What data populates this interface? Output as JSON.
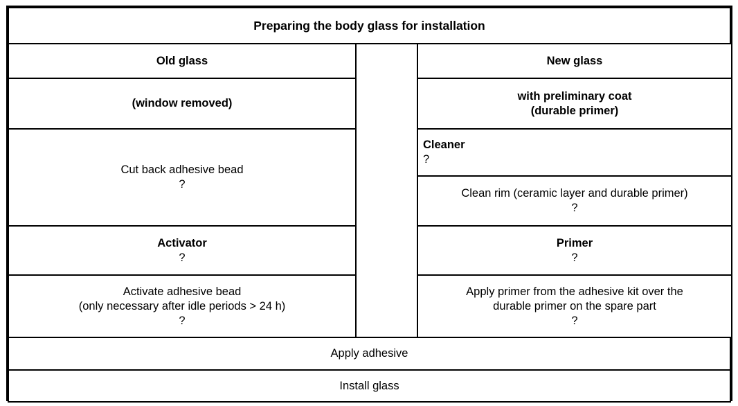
{
  "diagram": {
    "title": "Preparing the body glass for installation",
    "colors": {
      "border": "#000000",
      "background": "#ffffff",
      "text": "#000000"
    },
    "columns": {
      "left": {
        "heading": "Old glass",
        "subheading": "(window removed)",
        "steps": [
          {
            "name": "cut-back-adhesive-bead",
            "lines": [
              "Cut back adhesive bead",
              "?"
            ],
            "bold_first_line": false,
            "align": "center"
          },
          {
            "name": "activator",
            "lines": [
              "Activator",
              "?"
            ],
            "bold_first_line": true,
            "align": "center"
          },
          {
            "name": "activate-adhesive-bead",
            "lines": [
              "Activate adhesive bead",
              "(only necessary after idle periods > 24 h)",
              "?"
            ],
            "bold_first_line": false,
            "align": "center"
          }
        ]
      },
      "right": {
        "heading": "New glass",
        "subheading_line1": "with preliminary coat",
        "subheading_line2": "(durable primer)",
        "steps": [
          {
            "name": "cleaner",
            "lines": [
              "Cleaner",
              "?"
            ],
            "bold_first_line": true,
            "align": "left"
          },
          {
            "name": "clean-rim",
            "lines": [
              "Clean rim (ceramic layer and durable primer)",
              "?"
            ],
            "bold_first_line": false,
            "align": "center"
          },
          {
            "name": "primer",
            "lines": [
              "Primer",
              "?"
            ],
            "bold_first_line": true,
            "align": "center"
          },
          {
            "name": "apply-primer",
            "lines": [
              "Apply primer from the adhesive kit over the",
              "durable primer on the spare part",
              "?"
            ],
            "bold_first_line": false,
            "align": "center"
          }
        ]
      }
    },
    "footer_steps": [
      {
        "name": "apply-adhesive",
        "label": "Apply adhesive"
      },
      {
        "name": "install-glass",
        "label": "Install glass"
      }
    ]
  }
}
